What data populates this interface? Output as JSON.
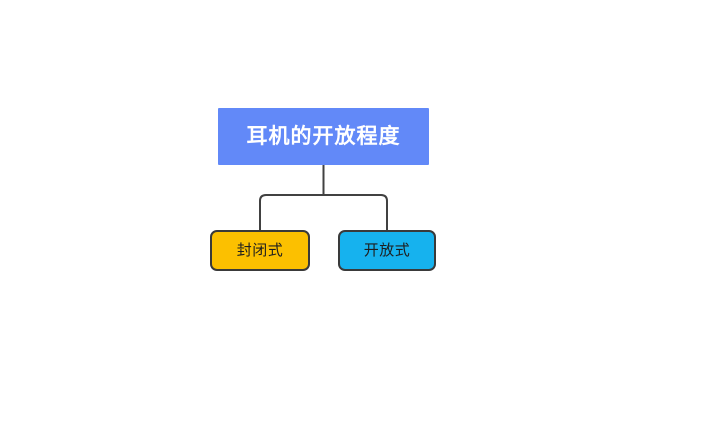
{
  "diagram": {
    "type": "org-chart",
    "orientation": "top-down",
    "background_color": "#ffffff",
    "connector_color": "#414141",
    "connector_width": 2,
    "root": {
      "label": "耳机的开放程度",
      "fill_color": "#6289f8",
      "text_color": "#ffffff",
      "border_color": "none"
    },
    "children": [
      {
        "label": "封闭式",
        "fill_color": "#fcc000",
        "text_color": "#1e1e1e",
        "border_color": "#3a3a3a"
      },
      {
        "label": "开放式",
        "fill_color": "#16b2ee",
        "text_color": "#1e1e1e",
        "border_color": "#3a3a3a"
      }
    ]
  }
}
